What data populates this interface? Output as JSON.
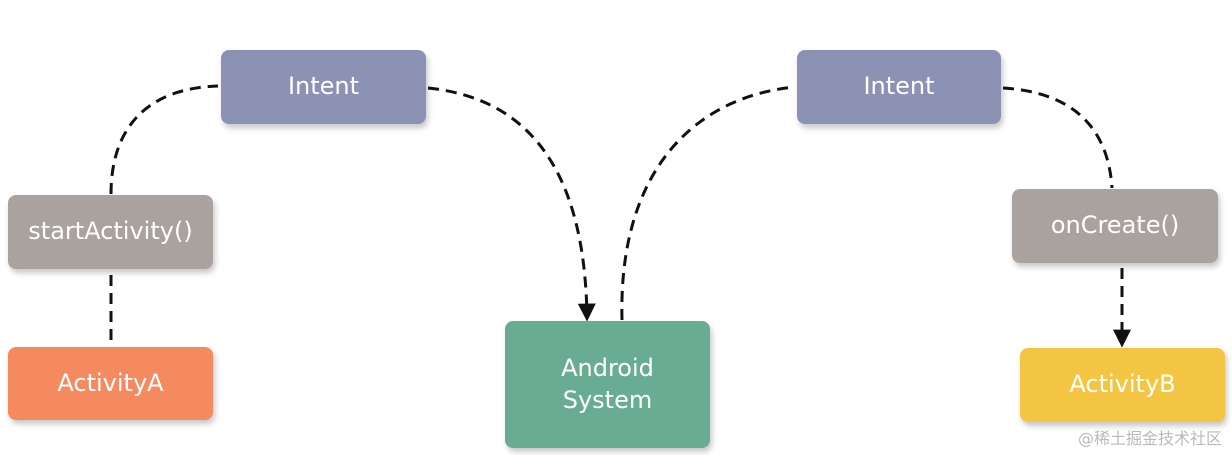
{
  "nodes": {
    "intent_left": {
      "label": "Intent",
      "color": "#8b92b4"
    },
    "intent_right": {
      "label": "Intent",
      "color": "#8b92b4"
    },
    "start_activity": {
      "label": "startActivity()",
      "color": "#a9a29e"
    },
    "on_create": {
      "label": "onCreate()",
      "color": "#a9a29e"
    },
    "activity_a": {
      "label": "ActivityA",
      "color": "#f58a5f"
    },
    "android_system": {
      "label": "Android\nSystem",
      "color": "#68ad93"
    },
    "activity_b": {
      "label": "ActivityB",
      "color": "#f4c542"
    }
  },
  "connector_style": {
    "stroke": "#111111",
    "pattern": "dashed"
  },
  "watermark": "@稀土掘金技术社区"
}
